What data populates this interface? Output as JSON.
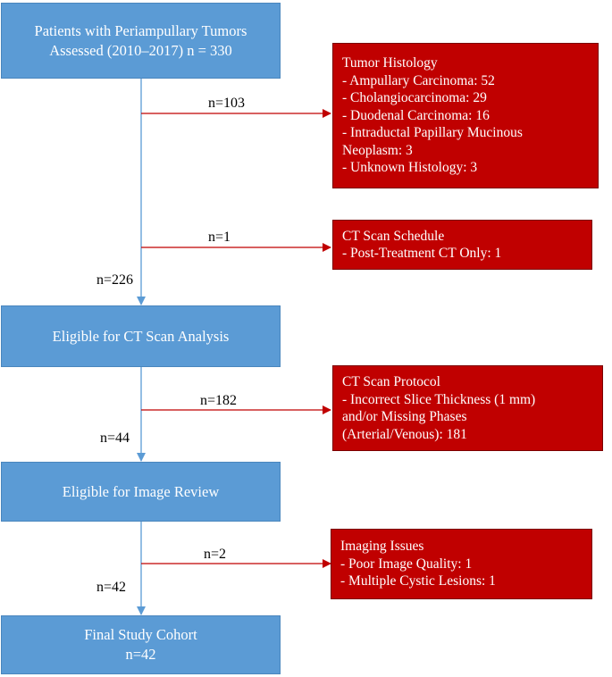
{
  "colors": {
    "main_box": "#5b9bd5",
    "exclusion_box": "#c00000",
    "branch_arrow": "#c00000",
    "main_arrow": "#5b9bd5"
  },
  "boxes": {
    "patients_assessed": [
      "Patients with Periampullary Tumors",
      "Assessed (2010–2017) n = 330"
    ],
    "eligible_ct": "Eligible for CT Scan Analysis",
    "eligible_image": "Eligible for Image Review",
    "final_cohort": [
      "Final Study Cohort",
      "n=42"
    ]
  },
  "exclusions": {
    "tumor_histology": {
      "title": "Tumor Histology",
      "lines": [
        "- Ampullary Carcinoma: 52",
        "- Cholangiocarcinoma: 29",
        "- Duodenal Carcinoma: 16",
        "- Intraductal Papillary Mucinous",
        "Neoplasm: 3",
        "- Unknown Histology: 3"
      ]
    },
    "ct_schedule": {
      "title": "CT Scan Schedule",
      "lines": [
        "- Post-Treatment CT Only: 1"
      ]
    },
    "ct_protocol": {
      "title": "CT Scan Protocol",
      "lines": [
        "- Incorrect Slice Thickness (1 mm)",
        "and/or Missing Phases",
        "(Arterial/Venous): 181"
      ]
    },
    "imaging_issues": {
      "title": "Imaging Issues",
      "lines": [
        "- Poor Image Quality: 1",
        "- Multiple Cystic Lesions: 1"
      ]
    }
  },
  "flow_labels": {
    "excluded_histology": "n=103",
    "excluded_schedule": "n=1",
    "remaining_after_first": "n=226",
    "excluded_protocol": "n=182",
    "remaining_after_second": "n=44",
    "excluded_imaging": "n=2",
    "remaining_after_third": "n=42"
  }
}
